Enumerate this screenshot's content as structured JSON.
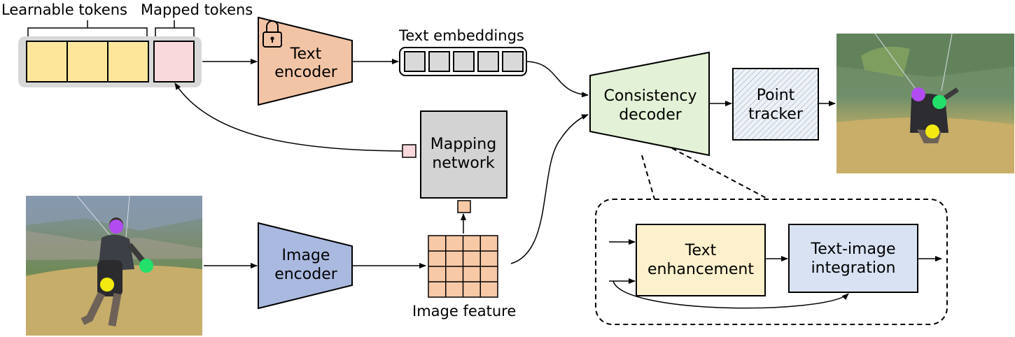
{
  "labels": {
    "learnable_tokens": "Learnable tokens",
    "mapped_tokens": "Mapped tokens",
    "text_embeddings": "Text embeddings",
    "image_feature": "Image feature"
  },
  "blocks": {
    "text_encoder": [
      "Text",
      "encoder"
    ],
    "image_encoder": [
      "Image",
      "encoder"
    ],
    "mapping_network": [
      "Mapping",
      "network"
    ],
    "consistency_decoder": [
      "Consistency",
      "decoder"
    ],
    "point_tracker": [
      "Point",
      "tracker"
    ],
    "text_enhancement": [
      "Text",
      "enhancement"
    ],
    "text_image_integration": [
      "Text-image",
      "integration"
    ]
  },
  "icons": {
    "lock": "lock-icon"
  },
  "colors": {
    "learnable_token": "#fde69a",
    "mapped_token": "#fad9dc",
    "token_group_bg": "#d8d8d8",
    "text_encoder": "#f2c4a6",
    "image_encoder": "#a9b9e0",
    "mapping_network": "#d3d3d3",
    "consistency_decoder": "#e3f2d6",
    "text_enhancement": "#fdf1cd",
    "text_image_integration": "#d8e2f2",
    "feature_cell": "#f8c9a7",
    "embedding_cell": "#d9d9d9",
    "point_purple": "#b04cf0",
    "point_green": "#22e06a",
    "point_yellow": "#f3ea12"
  }
}
